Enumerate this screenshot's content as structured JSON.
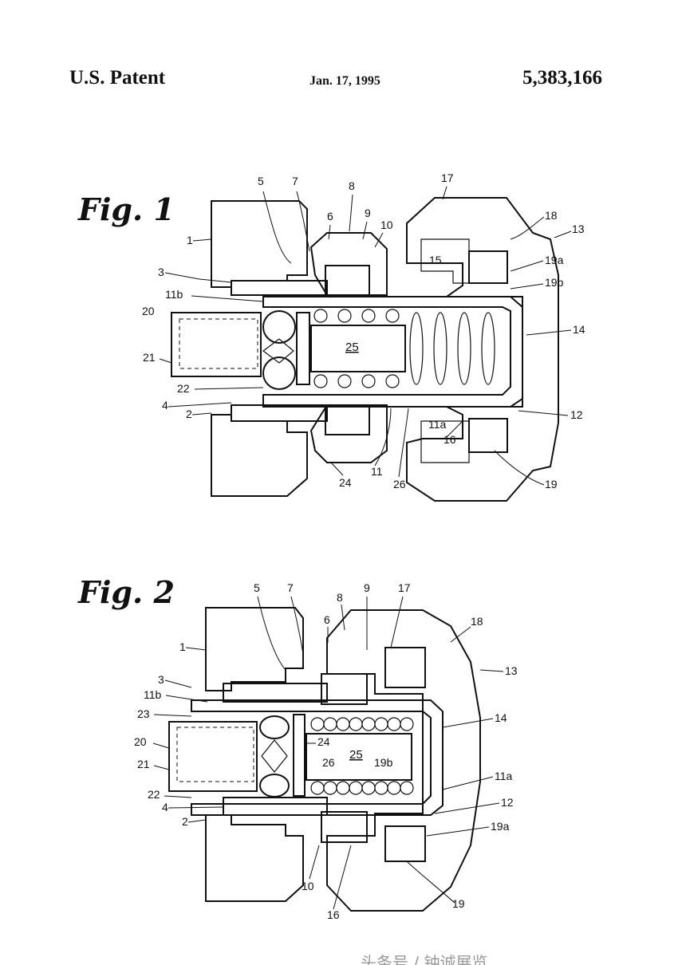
{
  "header": {
    "left": "U.S. Patent",
    "middle": "Jan. 17, 1995",
    "right": "5,383,166"
  },
  "figures": [
    {
      "title": "Fig. 1",
      "labels": [
        "1",
        "2",
        "3",
        "4",
        "5",
        "6",
        "7",
        "8",
        "9",
        "10",
        "11",
        "11a",
        "11b",
        "12",
        "13",
        "14",
        "15",
        "16",
        "17",
        "18",
        "19",
        "19a",
        "19b",
        "20",
        "21",
        "22",
        "24",
        "25",
        "26"
      ]
    },
    {
      "title": "Fig. 2",
      "labels": [
        "1",
        "2",
        "3",
        "4",
        "5",
        "6",
        "7",
        "8",
        "9",
        "10",
        "11a",
        "11b",
        "12",
        "13",
        "14",
        "16",
        "17",
        "18",
        "19",
        "19a",
        "19b",
        "20",
        "21",
        "22",
        "23",
        "24",
        "25",
        "26"
      ]
    }
  ],
  "watermark": "头条号 / 钟诚展览"
}
